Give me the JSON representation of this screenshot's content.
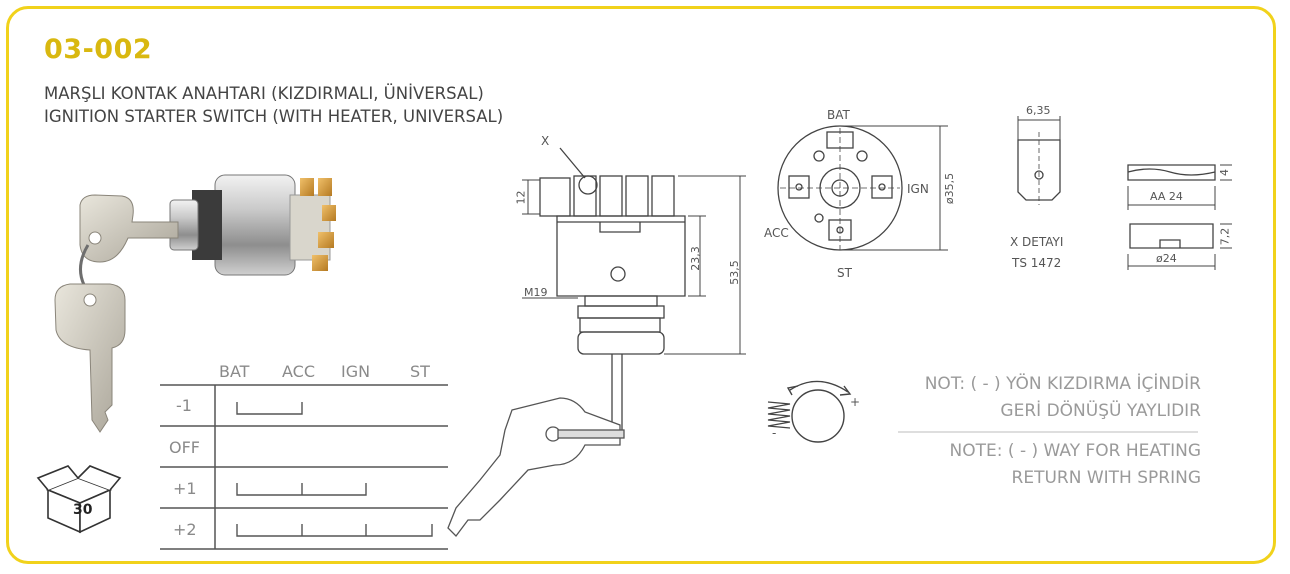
{
  "product": {
    "code": "03-002",
    "title_tr": "MARŞLI KONTAK ANAHTARI (KIZDIRMALI, ÜNİVERSAL)",
    "title_en": "IGNITION STARTER SWITCH (WITH HEATER, UNIVERSAL)",
    "box_quantity": "30"
  },
  "colors": {
    "frame": "#f1d21b",
    "code": "#d9b810",
    "note_text": "#9a9a9a"
  },
  "wiring_table": {
    "columns": [
      "BAT",
      "ACC",
      "IGN",
      "ST"
    ],
    "rows": [
      "-1",
      "OFF",
      "+1",
      "+2"
    ]
  },
  "side_drawing": {
    "x_label": "X",
    "dim_12": "12",
    "dim_23_3": "23,3",
    "dim_53_5": "53,5",
    "thread": "M19"
  },
  "rear_view": {
    "bat": "BAT",
    "ign": "IGN",
    "acc": "ACC",
    "st": "ST",
    "diameter": "ø35,5"
  },
  "x_detail": {
    "width": "6,35",
    "label": "X DETAYI",
    "standard": "TS 1472"
  },
  "nut_detail": {
    "across_flats": "AA 24",
    "thickness_top": "4",
    "diameter": "ø24",
    "thickness_bottom": "7,2"
  },
  "notes": {
    "tr_line1": "NOT: ( - ) YÖN KIZDIRMA İÇİNDİR",
    "tr_line2": "GERİ DÖNÜŞÜ YAYLIDIR",
    "en_line1": "NOTE: ( - ) WAY FOR HEATING",
    "en_line2": "RETURN WITH SPRING",
    "minus": "-",
    "plus": "+"
  }
}
